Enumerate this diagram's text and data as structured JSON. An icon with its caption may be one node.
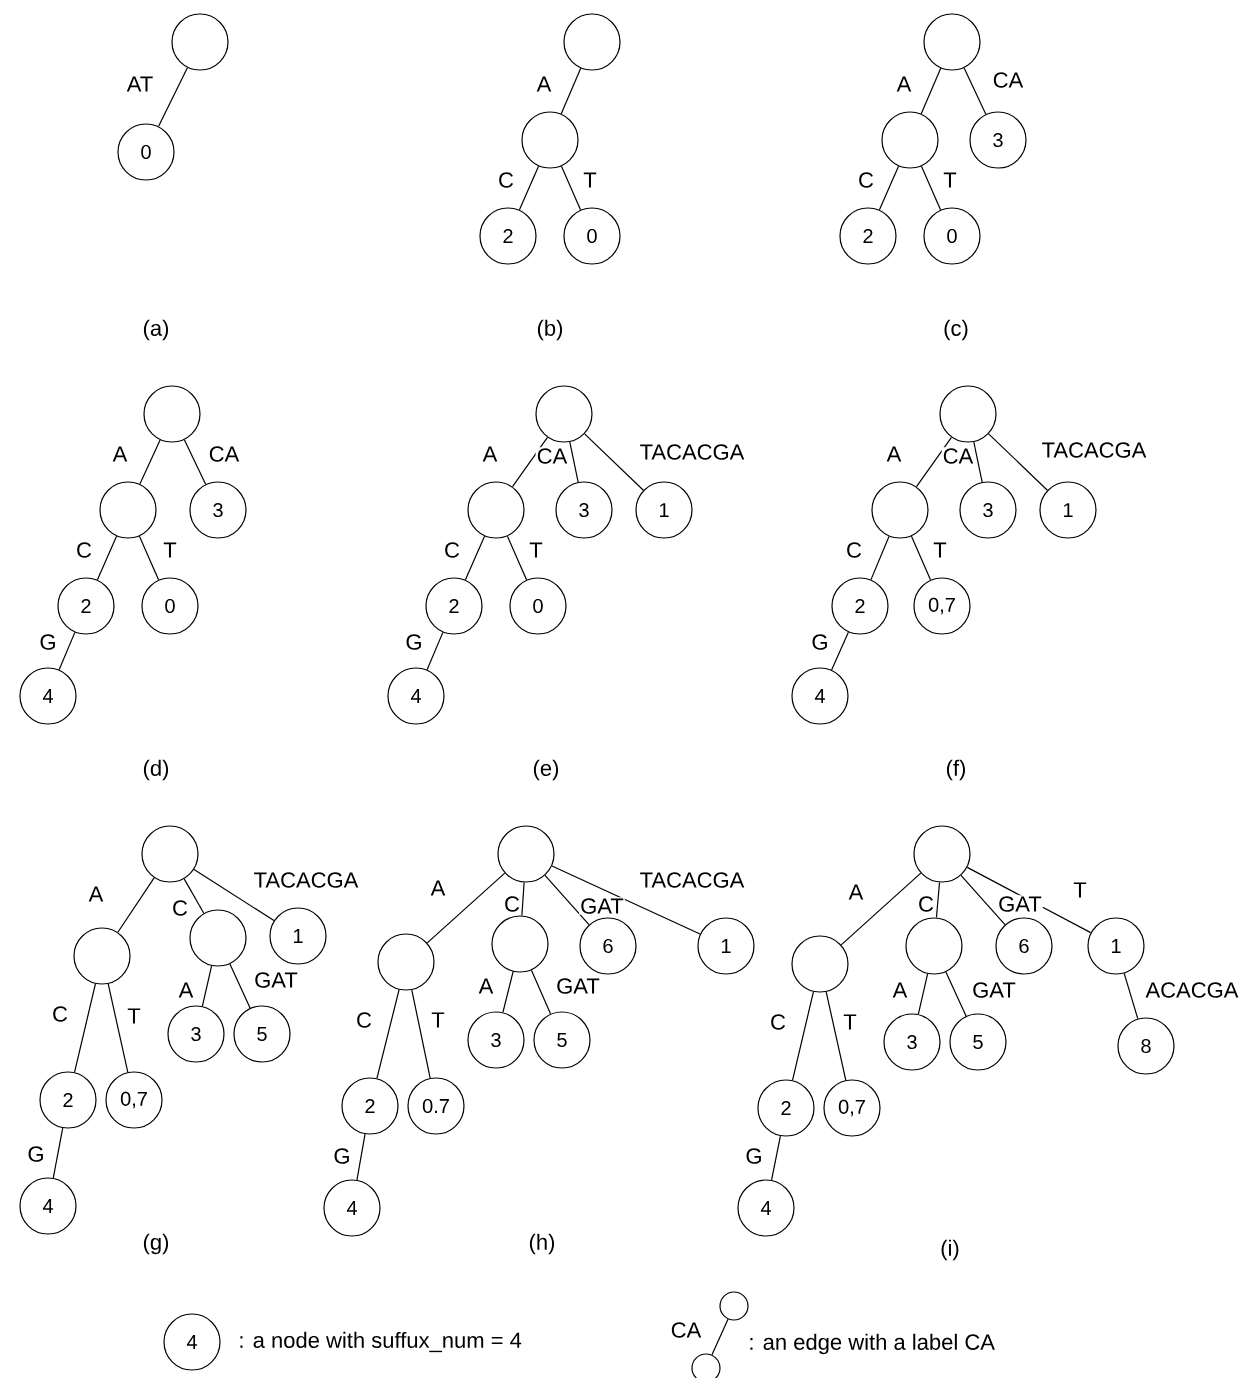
{
  "diagram": {
    "nodes": [
      {
        "text": [],
        "shape": "circle"
      },
      {
        "text": [
          "0"
        ]
      },
      {
        "text": [],
        "shape": "circle"
      },
      {
        "text": [],
        "shape": "circle"
      },
      {
        "text": [
          "2"
        ]
      },
      {
        "text": [
          "0"
        ]
      },
      {
        "text": [],
        "shape": "circle"
      },
      {
        "text": [],
        "shape": "circle"
      },
      {
        "text": [
          "3"
        ]
      },
      {
        "text": [
          "2"
        ]
      },
      {
        "text": [
          "0"
        ]
      },
      {
        "text": [],
        "shape": "circle"
      },
      {
        "text": [],
        "shape": "circle"
      },
      {
        "text": [
          "3"
        ]
      },
      {
        "text": [
          "2"
        ]
      },
      {
        "text": [
          "0"
        ]
      },
      {
        "text": [
          "4"
        ]
      },
      {
        "text": [],
        "shape": "circle"
      },
      {
        "text": [],
        "shape": "circle"
      },
      {
        "text": [
          "3"
        ]
      },
      {
        "text": [
          "1"
        ]
      },
      {
        "text": [
          "2"
        ]
      },
      {
        "text": [
          "0"
        ]
      },
      {
        "text": [
          "4"
        ]
      },
      {
        "text": [],
        "shape": "circle"
      },
      {
        "text": [],
        "shape": "circle"
      },
      {
        "text": [
          "3"
        ]
      },
      {
        "text": [
          "1"
        ]
      },
      {
        "text": [
          "2"
        ]
      },
      {
        "text": [
          "0,7"
        ]
      },
      {
        "text": [
          "4"
        ]
      },
      {
        "text": [],
        "shape": "circle"
      },
      {
        "text": [],
        "shape": "circle"
      },
      {
        "text": [],
        "shape": "circle"
      },
      {
        "text": [
          "1"
        ]
      },
      {
        "text": [
          "2"
        ]
      },
      {
        "text": [
          "0,7"
        ]
      },
      {
        "text": [
          "3"
        ]
      },
      {
        "text": [
          "5"
        ]
      },
      {
        "text": [
          "4"
        ]
      },
      {
        "text": [],
        "shape": "circle"
      },
      {
        "text": [],
        "shape": "circle"
      },
      {
        "text": [],
        "shape": "circle"
      },
      {
        "text": [
          "6"
        ]
      },
      {
        "text": [
          "1"
        ]
      },
      {
        "text": [
          "3"
        ]
      },
      {
        "text": [
          "5"
        ]
      },
      {
        "text": [
          "2"
        ]
      },
      {
        "text": [
          "0.7"
        ]
      },
      {
        "text": [
          "4"
        ]
      },
      {
        "text": [],
        "shape": "circle"
      },
      {
        "text": [],
        "shape": "circle"
      },
      {
        "text": [],
        "shape": "circle"
      },
      {
        "text": [
          "6"
        ]
      },
      {
        "text": [
          "1"
        ]
      },
      {
        "text": [
          "3"
        ]
      },
      {
        "text": [
          "5"
        ]
      },
      {
        "text": [
          "8"
        ]
      },
      {
        "text": [
          "2"
        ]
      },
      {
        "text": [
          "0,7"
        ]
      },
      {
        "text": [
          "4"
        ]
      },
      {
        "text": [
          "4"
        ]
      },
      {
        "text": [],
        "shape": "circle"
      },
      {
        "text": [],
        "shape": "circle"
      }
    ],
    "edges": [
      {
        "from": 0,
        "to": 1,
        "arrow": "none",
        "label": "AT"
      },
      {
        "from": 2,
        "to": 3,
        "arrow": "none",
        "label": "A"
      },
      {
        "from": 3,
        "to": 4,
        "arrow": "none",
        "label": "C"
      },
      {
        "from": 3,
        "to": 5,
        "arrow": "none",
        "label": "T"
      },
      {
        "from": 6,
        "to": 7,
        "arrow": "none",
        "label": "A"
      },
      {
        "from": 6,
        "to": 8,
        "arrow": "none",
        "label": "CA"
      },
      {
        "from": 7,
        "to": 9,
        "arrow": "none",
        "label": "C"
      },
      {
        "from": 7,
        "to": 10,
        "arrow": "none",
        "label": "T"
      },
      {
        "from": 11,
        "to": 12,
        "arrow": "none",
        "label": "A"
      },
      {
        "from": 11,
        "to": 13,
        "arrow": "none",
        "label": "CA"
      },
      {
        "from": 12,
        "to": 14,
        "arrow": "none",
        "label": "C"
      },
      {
        "from": 12,
        "to": 15,
        "arrow": "none",
        "label": "T"
      },
      {
        "from": 14,
        "to": 16,
        "arrow": "none",
        "label": "G"
      },
      {
        "from": 17,
        "to": 18,
        "arrow": "none",
        "label": "A"
      },
      {
        "from": 17,
        "to": 19,
        "arrow": "none",
        "label": "CA"
      },
      {
        "from": 17,
        "to": 20,
        "arrow": "none",
        "label": "TACACGA"
      },
      {
        "from": 18,
        "to": 21,
        "arrow": "none",
        "label": "C"
      },
      {
        "from": 18,
        "to": 22,
        "arrow": "none",
        "label": "T"
      },
      {
        "from": 21,
        "to": 23,
        "arrow": "none",
        "label": "G"
      },
      {
        "from": 24,
        "to": 25,
        "arrow": "none",
        "label": "A"
      },
      {
        "from": 24,
        "to": 26,
        "arrow": "none",
        "label": "CA"
      },
      {
        "from": 24,
        "to": 27,
        "arrow": "none",
        "label": "TACACGA"
      },
      {
        "from": 25,
        "to": 28,
        "arrow": "none",
        "label": "C"
      },
      {
        "from": 25,
        "to": 29,
        "arrow": "none",
        "label": "T"
      },
      {
        "from": 28,
        "to": 30,
        "arrow": "none",
        "label": "G"
      },
      {
        "from": 31,
        "to": 32,
        "arrow": "none",
        "label": "A"
      },
      {
        "from": 31,
        "to": 33,
        "arrow": "none",
        "label": "C"
      },
      {
        "from": 31,
        "to": 34,
        "arrow": "none",
        "label": "TACACGA"
      },
      {
        "from": 32,
        "to": 35,
        "arrow": "none",
        "label": "C"
      },
      {
        "from": 32,
        "to": 36,
        "arrow": "none",
        "label": "T"
      },
      {
        "from": 33,
        "to": 37,
        "arrow": "none",
        "label": "A"
      },
      {
        "from": 33,
        "to": 38,
        "arrow": "none",
        "label": "GAT"
      },
      {
        "from": 35,
        "to": 39,
        "arrow": "none",
        "label": "G"
      },
      {
        "from": 40,
        "to": 41,
        "arrow": "none",
        "label": "A"
      },
      {
        "from": 40,
        "to": 42,
        "arrow": "none",
        "label": "C"
      },
      {
        "from": 40,
        "to": 43,
        "arrow": "none",
        "label": "GAT"
      },
      {
        "from": 40,
        "to": 44,
        "arrow": "none",
        "label": "TACACGA"
      },
      {
        "from": 42,
        "to": 45,
        "arrow": "none",
        "label": "A"
      },
      {
        "from": 42,
        "to": 46,
        "arrow": "none",
        "label": "GAT"
      },
      {
        "from": 41,
        "to": 47,
        "arrow": "none",
        "label": "C"
      },
      {
        "from": 41,
        "to": 48,
        "arrow": "none",
        "label": "T"
      },
      {
        "from": 47,
        "to": 49,
        "arrow": "none",
        "label": "G"
      },
      {
        "from": 50,
        "to": 51,
        "arrow": "none",
        "label": "A"
      },
      {
        "from": 50,
        "to": 52,
        "arrow": "none",
        "label": "C"
      },
      {
        "from": 50,
        "to": 53,
        "arrow": "none",
        "label": "GAT"
      },
      {
        "from": 50,
        "to": 54,
        "arrow": "none",
        "label": "T"
      },
      {
        "from": 52,
        "to": 55,
        "arrow": "none",
        "label": "A"
      },
      {
        "from": 52,
        "to": 56,
        "arrow": "none",
        "label": "GAT"
      },
      {
        "from": 54,
        "to": 57,
        "arrow": "none",
        "label": "ACACGA"
      },
      {
        "from": 51,
        "to": 58,
        "arrow": "none",
        "label": "C"
      },
      {
        "from": 51,
        "to": 59,
        "arrow": "none",
        "label": "T"
      },
      {
        "from": 58,
        "to": 60,
        "arrow": "none",
        "label": "G"
      },
      {
        "from": 62,
        "to": 63,
        "arrow": "none",
        "label": "CA"
      }
    ],
    "labels": [
      "(a)",
      "(b)",
      "(c)",
      "(d)",
      "(e)",
      "(f)",
      "(g)",
      "(h)",
      "(i)",
      ": a node with suffux_num = 4",
      ": an edge with a label CA"
    ]
  }
}
